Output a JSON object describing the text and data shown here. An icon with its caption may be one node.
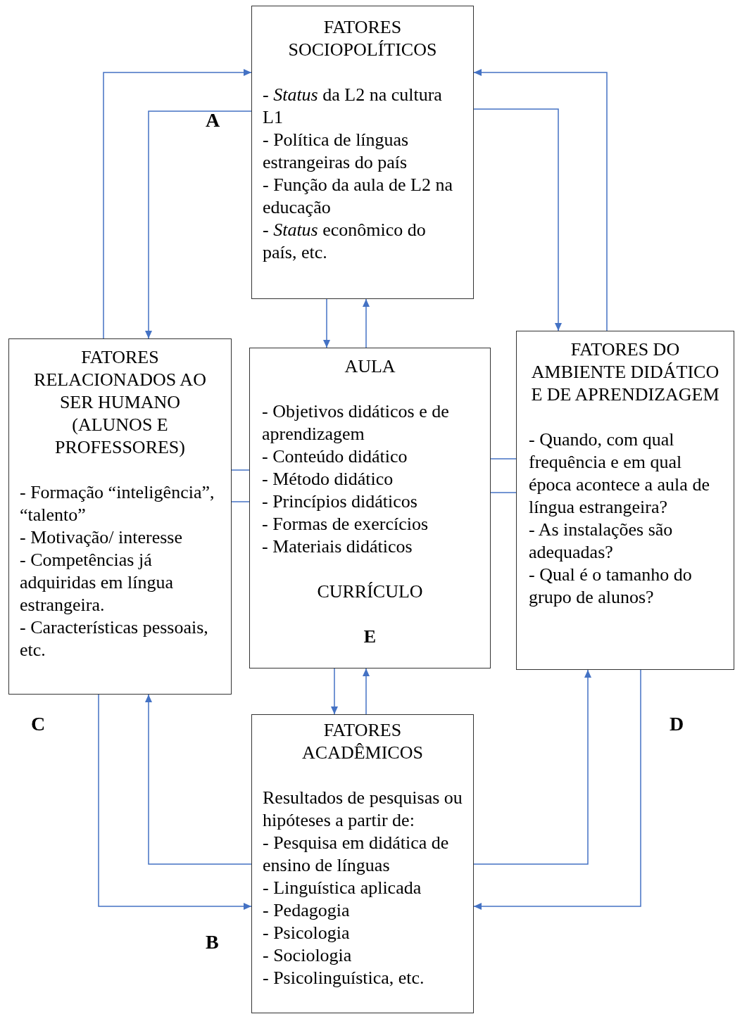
{
  "diagram": {
    "nodes": [
      {
        "text": [
          "FATORES SOCIOPOLÍTICOS",
          "- *Status* da L2 na cultura L1",
          "- Política de línguas estrangeiras do país",
          "- Função da aula de L2 na educação",
          "- *Status* econômico do país, etc."
        ]
      },
      {
        "text": [
          "FATORES RELACIONADOS AO SER HUMANO (ALUNOS E PROFESSORES)",
          "- Formação “inteligência”, “talento”",
          "- Motivação/ interesse",
          "- Competências já adquiridas em língua estrangeira.",
          "- Características pessoais, etc."
        ]
      },
      {
        "text": [
          "AULA",
          "- Objetivos didáticos e de aprendizagem",
          "- Conteúdo didático",
          "- Método didático",
          "- Princípios didáticos",
          "- Formas de exercícios",
          "- Materiais didáticos",
          "CURRÍCULO",
          "E"
        ]
      },
      {
        "text": [
          "FATORES DO AMBIENTE DIDÁTICO E DE APRENDIZAGEM",
          "- Quando, com qual frequência e em qual época acontece a aula de língua estrangeira?",
          "- As instalações são adequadas?",
          "- Qual é o tamanho do grupo de alunos?"
        ]
      },
      {
        "text": [
          "FATORES ACADÊMICOS",
          "Resultados de pesquisas ou hipóteses a partir de:",
          "- Pesquisa em didática de ensino de línguas",
          "- Linguística aplicada",
          "- Pedagogia",
          "- Psicologia",
          "- Sociologia",
          "- Psicolinguística, etc."
        ]
      }
    ],
    "edges": [
      {
        "from": 1,
        "to": 0,
        "arrow": "to"
      },
      {
        "from": 0,
        "to": 1,
        "arrow": "to"
      },
      {
        "from": 3,
        "to": 0,
        "arrow": "to"
      },
      {
        "from": 0,
        "to": 3,
        "arrow": "to"
      },
      {
        "from": 0,
        "to": 2,
        "arrow": "to"
      },
      {
        "from": 2,
        "to": 0,
        "arrow": "to"
      },
      {
        "from": 1,
        "to": 2,
        "arrow": "none"
      },
      {
        "from": 1,
        "to": 2,
        "arrow": "none"
      },
      {
        "from": 2,
        "to": 3,
        "arrow": "none"
      },
      {
        "from": 2,
        "to": 3,
        "arrow": "none"
      },
      {
        "from": 2,
        "to": 4,
        "arrow": "to"
      },
      {
        "from": 4,
        "to": 2,
        "arrow": "to"
      },
      {
        "from": 4,
        "to": 1,
        "arrow": "to"
      },
      {
        "from": 1,
        "to": 4,
        "arrow": "to"
      },
      {
        "from": 4,
        "to": 3,
        "arrow": "to"
      },
      {
        "from": 3,
        "to": 4,
        "arrow": "to"
      }
    ],
    "labels": [
      "A",
      "C",
      "D",
      "B"
    ]
  }
}
